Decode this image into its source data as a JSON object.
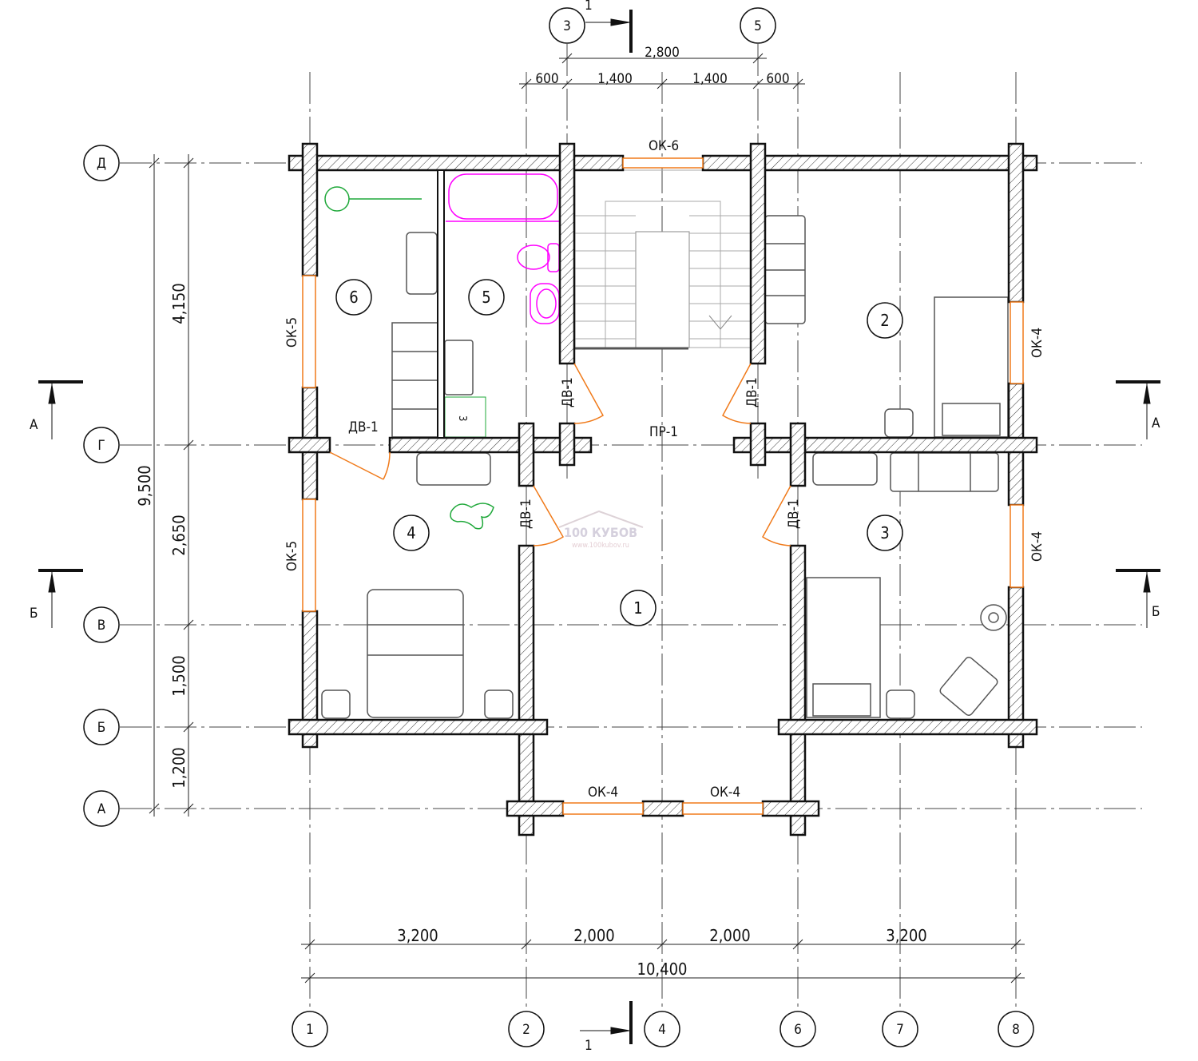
{
  "axes": {
    "vertical": [
      "1",
      "2",
      "3",
      "4",
      "5",
      "6",
      "7",
      "8"
    ],
    "horizontal": [
      "Д",
      "Г",
      "В",
      "Б",
      "А"
    ]
  },
  "dimensions": {
    "top_overall": "2,800",
    "top_chain": [
      "600",
      "1,400",
      "1,400",
      "600"
    ],
    "bottom_chain": [
      "3,200",
      "2,000",
      "2,000",
      "3,200"
    ],
    "bottom_overall": "10,400",
    "left_chain": [
      "4,150",
      "2,650",
      "1,500",
      "1,200"
    ],
    "left_overall": "9,500"
  },
  "rooms": [
    "1",
    "2",
    "3",
    "4",
    "5",
    "6"
  ],
  "openings": {
    "top_window": "ОК-6",
    "left_window_upper": "ОК-5",
    "left_window_lower": "ОК-5",
    "right_window_upper": "ОК-4",
    "right_window_lower": "ОК-4",
    "bottom_window_left": "ОК-4",
    "bottom_window_right": "ОК-4",
    "door_room6": "ДВ-1",
    "door_room5": "ДВ-1",
    "door_room2": "ДВ-1",
    "door_room4": "ДВ-1",
    "door_room3": "ДВ-1",
    "passage": "ПР-1"
  },
  "sections": {
    "a_left": "А",
    "a_right": "А",
    "b_left": "Б",
    "b_right": "Б",
    "one_top": "1",
    "one_bottom": "1"
  },
  "fixtures": {
    "cabinet_mark": "3"
  },
  "watermark": {
    "brand": "100 КУБОВ",
    "url": "www.100kubov.ru"
  },
  "colors": {
    "window": "#f07a1a",
    "plumbing": "#ff00ff",
    "plants": "#1fa83a"
  }
}
